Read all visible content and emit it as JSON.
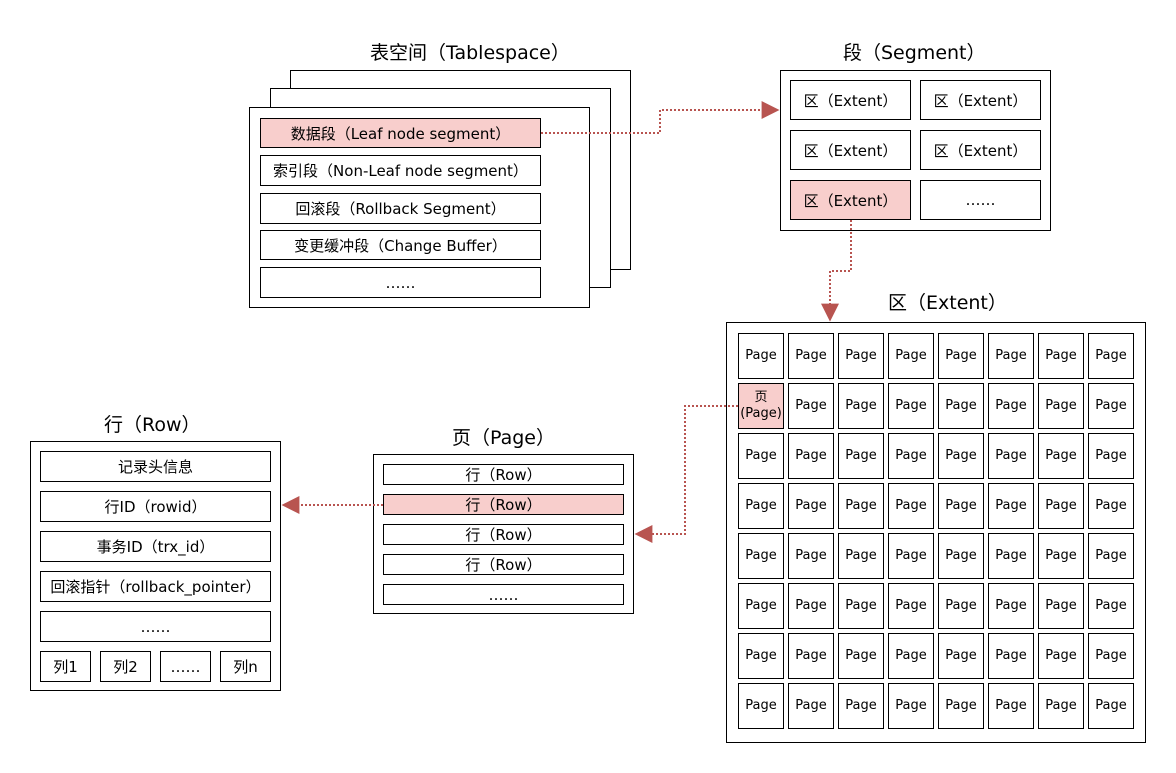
{
  "tablespace": {
    "title": "表空间（Tablespace）",
    "segments": [
      "数据段（Leaf node segment）",
      "索引段（Non-Leaf node segment）",
      "回滚段（Rollback Segment）",
      "变更缓冲段（Change Buffer）",
      "……"
    ],
    "highlight_index": 0
  },
  "segment": {
    "title": "段（Segment）",
    "extents": [
      "区（Extent）",
      "区（Extent）",
      "区（Extent）",
      "区（Extent）",
      "区（Extent）",
      "……"
    ],
    "highlight_index": 4
  },
  "extent": {
    "title": "区（Extent）",
    "page_label": "Page",
    "highlight_page_label": "页\n(Page)",
    "rows": 8,
    "cols": 8,
    "highlight_row": 1,
    "highlight_col": 0
  },
  "page": {
    "title": "页（Page）",
    "rows": [
      "行（Row）",
      "行（Row）",
      "行（Row）",
      "行（Row）",
      "……"
    ],
    "highlight_index": 1
  },
  "row": {
    "title": "行（Row）",
    "fields": [
      "记录头信息",
      "行ID（rowid）",
      "事务ID（trx_id）",
      "回滚指针（rollback_pointer）",
      "……"
    ],
    "columns": [
      "列1",
      "列2",
      "……",
      "列n"
    ]
  },
  "colors": {
    "highlight": "#f8cecc",
    "arrow": "#b85450"
  }
}
